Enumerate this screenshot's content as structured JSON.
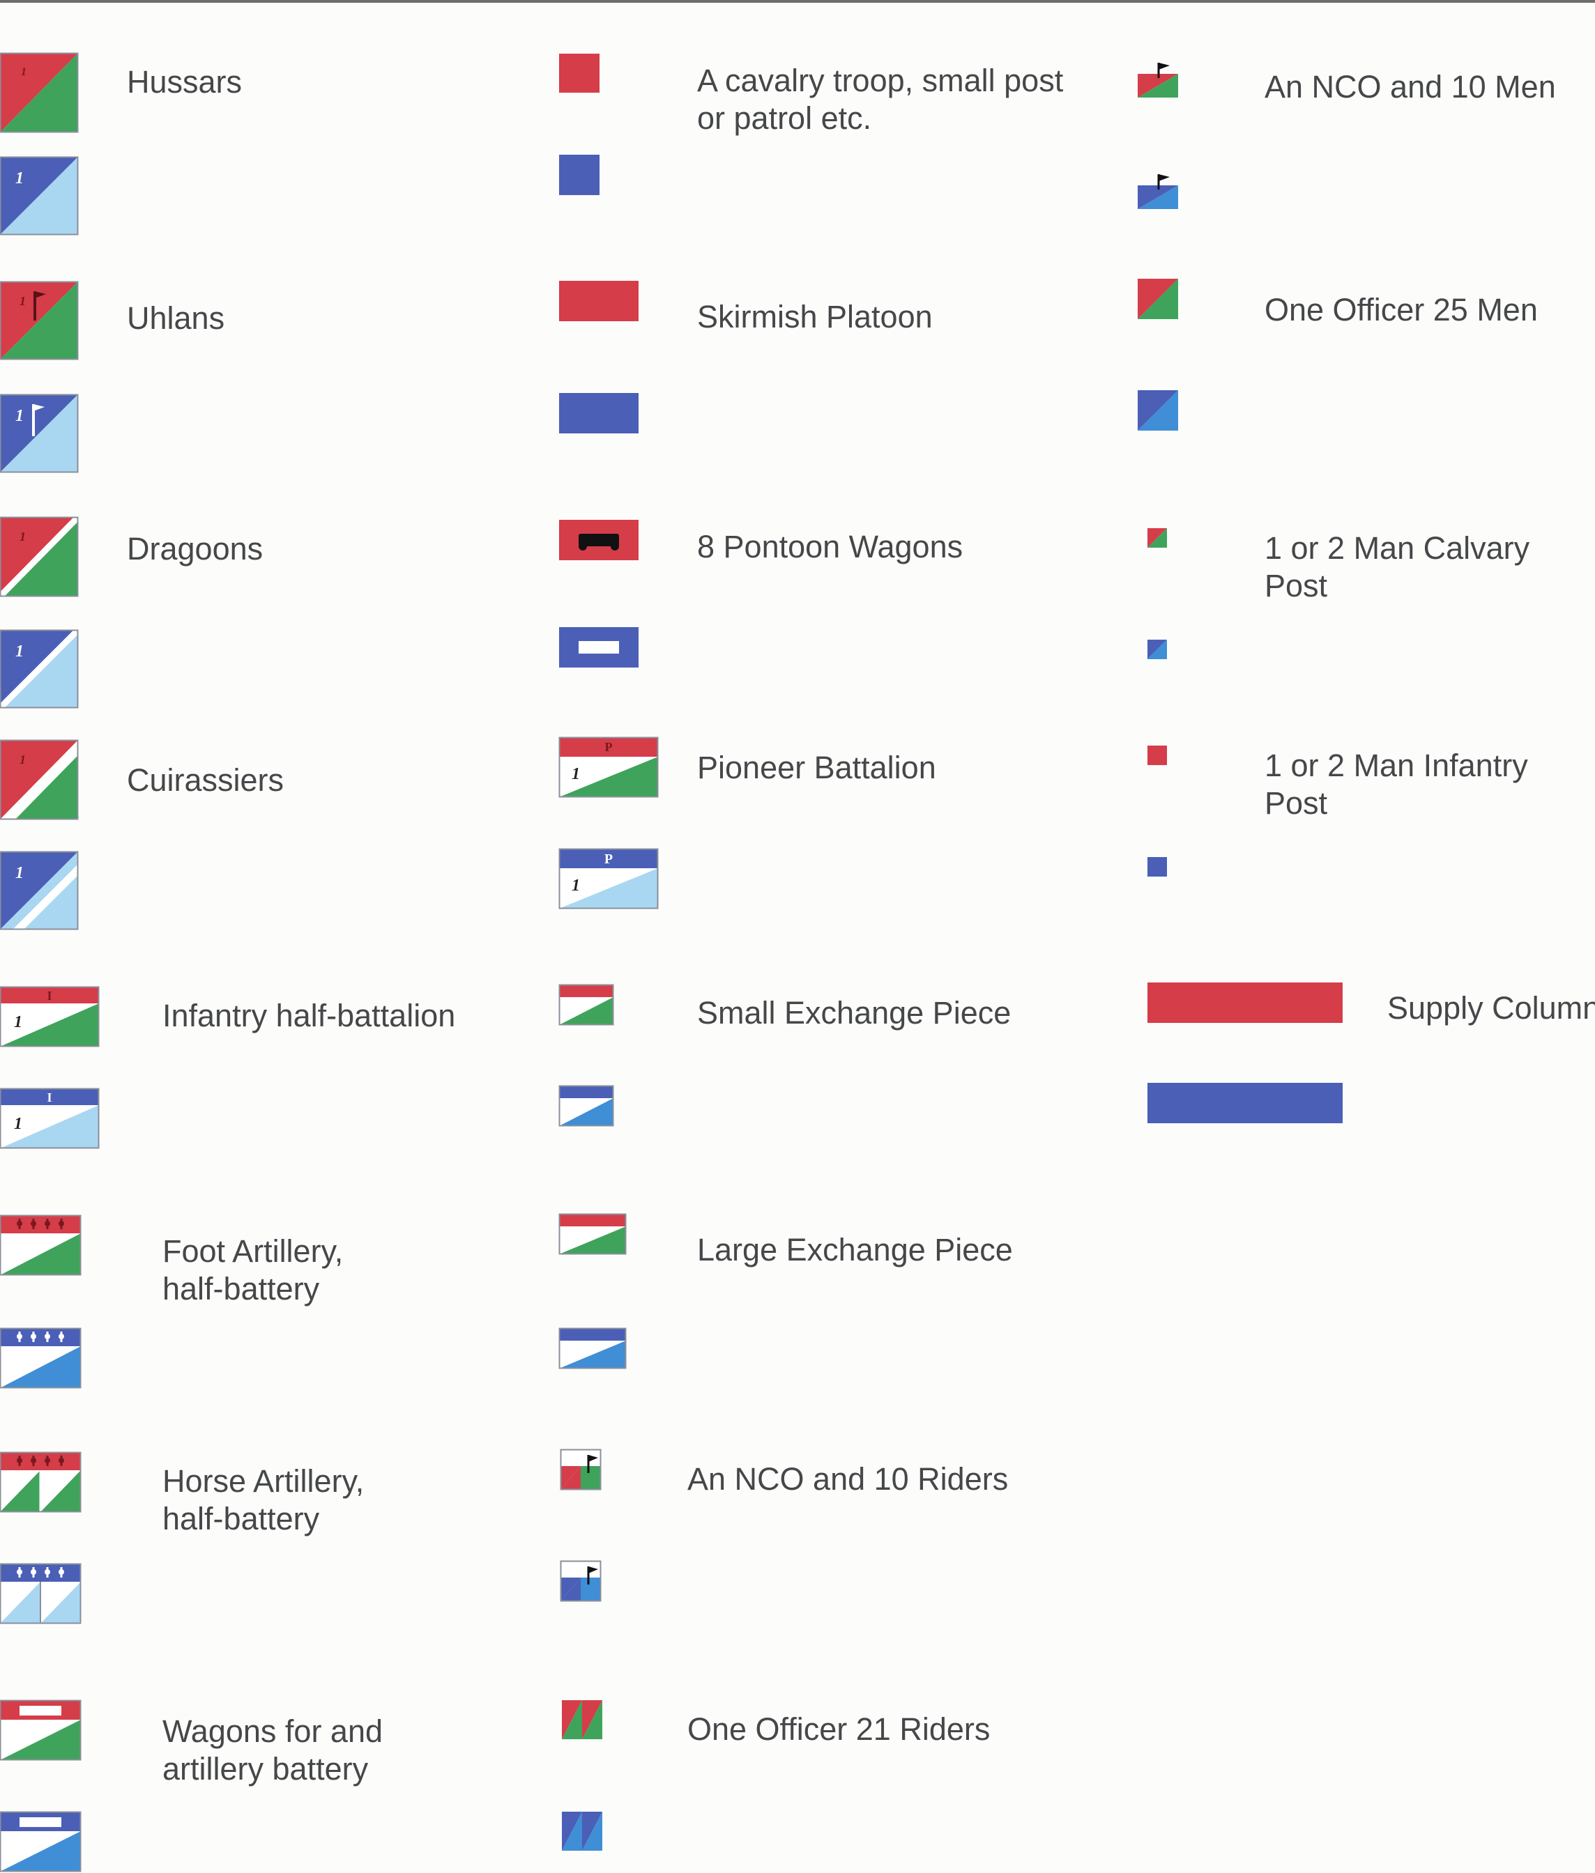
{
  "colors": {
    "red": "#d53d49",
    "green": "#3fa35c",
    "dark_blue": "#4b5fb6",
    "light_blue": "#a9d7f2",
    "mid_blue": "#3f8ed6",
    "white": "#ffffff",
    "border": "#8a8f9a",
    "text": "#454749"
  },
  "legend": {
    "col1": [
      {
        "label": "Hussars",
        "icon": "hussars-counter-red"
      },
      {
        "label": "",
        "icon": "hussars-counter-blue"
      },
      {
        "label": "Uhlans",
        "icon": "uhlans-counter-red"
      },
      {
        "label": "",
        "icon": "uhlans-counter-blue"
      },
      {
        "label": "Dragoons",
        "icon": "dragoons-counter-red"
      },
      {
        "label": "",
        "icon": "dragoons-counter-blue"
      },
      {
        "label": "Cuirassiers",
        "icon": "cuirassiers-counter-red"
      },
      {
        "label": "",
        "icon": "cuirassiers-counter-blue"
      },
      {
        "label": "Infantry half-battalion",
        "icon": "infantry-counter-red"
      },
      {
        "label": "",
        "icon": "infantry-counter-blue"
      },
      {
        "label_lines": [
          "Foot Artillery,",
          "half-battery"
        ],
        "icon": "foot-artillery-counter-red"
      },
      {
        "label": "",
        "icon": "foot-artillery-counter-blue"
      },
      {
        "label_lines": [
          "Horse Artillery,",
          "half-battery"
        ],
        "icon": "horse-artillery-counter-red"
      },
      {
        "label": "",
        "icon": "horse-artillery-counter-blue"
      },
      {
        "label_lines": [
          "Wagons for and",
          "artillery battery"
        ],
        "icon": "wagons-counter-red"
      },
      {
        "label": "",
        "icon": "wagons-counter-blue"
      }
    ],
    "col2": [
      {
        "label_lines": [
          "A cavalry troop, small post",
          "or patrol etc."
        ],
        "icon": "cavalry-troop-red"
      },
      {
        "label": "",
        "icon": "cavalry-troop-blue"
      },
      {
        "label": "Skirmish Platoon",
        "icon": "skirmish-platoon-red"
      },
      {
        "label": "",
        "icon": "skirmish-platoon-blue"
      },
      {
        "label": "8 Pontoon Wagons",
        "icon": "pontoon-wagons-red"
      },
      {
        "label": "",
        "icon": "pontoon-wagons-blue"
      },
      {
        "label": "Pioneer Battalion",
        "icon": "pioneer-battalion-red"
      },
      {
        "label": "",
        "icon": "pioneer-battalion-blue"
      },
      {
        "label": "Small Exchange Piece",
        "icon": "small-exchange-red"
      },
      {
        "label": "",
        "icon": "small-exchange-blue"
      },
      {
        "label": "Large Exchange Piece",
        "icon": "large-exchange-red"
      },
      {
        "label": "",
        "icon": "large-exchange-blue"
      },
      {
        "label": "An NCO and 10 Riders",
        "icon": "nco-riders-red"
      },
      {
        "label": "",
        "icon": "nco-riders-blue"
      },
      {
        "label": "One Officer 21 Riders",
        "icon": "officer-riders-red"
      },
      {
        "label": "",
        "icon": "officer-riders-blue"
      }
    ],
    "col3": [
      {
        "label": "An NCO and 10 Men",
        "icon": "nco-men-red"
      },
      {
        "label": "",
        "icon": "nco-men-blue"
      },
      {
        "label": "One Officer 25 Men",
        "icon": "officer-men-red"
      },
      {
        "label": "",
        "icon": "officer-men-blue"
      },
      {
        "label_lines": [
          "1 or 2 Man Calvary",
          "Post"
        ],
        "icon": "calvary-post-red"
      },
      {
        "label": "",
        "icon": "calvary-post-blue"
      },
      {
        "label_lines": [
          "1 or 2 Man Infantry",
          "Post"
        ],
        "icon": "infantry-post-red"
      },
      {
        "label": "",
        "icon": "infantry-post-blue"
      },
      {
        "label": "Supply Column",
        "icon": "supply-column-red"
      },
      {
        "label": "",
        "icon": "supply-column-blue"
      }
    ]
  },
  "counter_marks": {
    "unit_number": "1",
    "infantry_mark": "I",
    "pioneer_mark": "P"
  }
}
